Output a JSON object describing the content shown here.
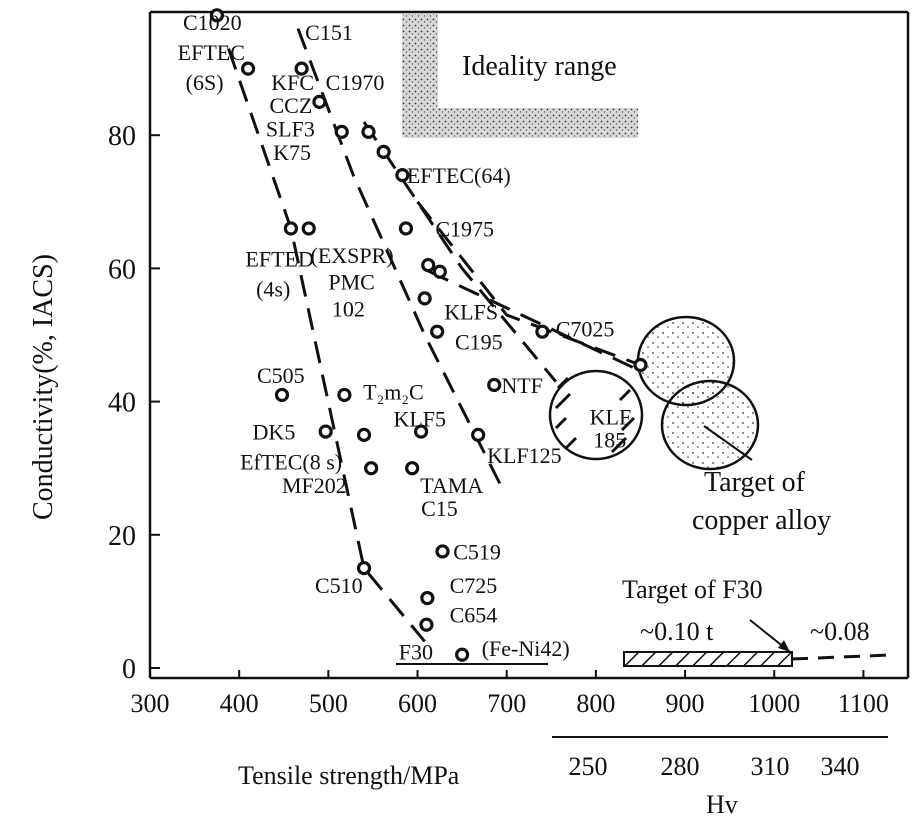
{
  "chart_data": {
    "type": "scatter",
    "title": "",
    "xlabel": "Tensile strength/MPa",
    "ylabel": "Conductivity(%, IACS)",
    "x2label": "Hv",
    "xlim": [
      300,
      1150
    ],
    "ylim": [
      0,
      100
    ],
    "x_ticks": [
      300,
      400,
      500,
      600,
      700,
      800,
      900,
      1000,
      1100
    ],
    "y_ticks": [
      0,
      20,
      40,
      60,
      80
    ],
    "hv_ticks": [
      {
        "label": "250",
        "mpa": 800
      },
      {
        "label": "280",
        "mpa": 900
      },
      {
        "label": "310",
        "mpa": 1000
      },
      {
        "label": "340",
        "mpa": 1100
      }
    ],
    "grid": false,
    "points": [
      {
        "label": "C1020",
        "x": 375,
        "y": 98
      },
      {
        "label": "EFTEC (6S)",
        "x": 410,
        "y": 90
      },
      {
        "label": "C151",
        "x": 470,
        "y": 90
      },
      {
        "label": "KFC",
        "x": 490,
        "y": 85
      },
      {
        "label": "SLF3",
        "x": 515,
        "y": 80.5
      },
      {
        "label": "C1970",
        "x": 545,
        "y": 80.5
      },
      {
        "label": "K75",
        "x": 562,
        "y": 77.5
      },
      {
        "label": "EFTEC(64)",
        "x": 583,
        "y": 74
      },
      {
        "label": "EFTED (4s)",
        "x": 458,
        "y": 66
      },
      {
        "label": "PMC 102",
        "x": 478,
        "y": 66
      },
      {
        "label": "C1975",
        "x": 587,
        "y": 66
      },
      {
        "label": "EXSPR",
        "x": 612,
        "y": 60.5
      },
      {
        "label": "EXSPR",
        "x": 625,
        "y": 59.5
      },
      {
        "label": "KLFS",
        "x": 608,
        "y": 55.5
      },
      {
        "label": "C195",
        "x": 622,
        "y": 50.5
      },
      {
        "label": "C7025",
        "x": 740,
        "y": 50.5
      },
      {
        "label": "C7025",
        "x": 850,
        "y": 45.5
      },
      {
        "label": "NTF",
        "x": 686,
        "y": 42.5
      },
      {
        "label": "C505",
        "x": 448,
        "y": 41
      },
      {
        "label": "T2m2C",
        "x": 518,
        "y": 41
      },
      {
        "label": "DK5",
        "x": 497,
        "y": 35.5
      },
      {
        "label": "EfTEC(8 s)",
        "x": 540,
        "y": 35
      },
      {
        "label": "KLF5",
        "x": 604,
        "y": 35.5
      },
      {
        "label": "KLF125",
        "x": 668,
        "y": 35
      },
      {
        "label": "MF202",
        "x": 548,
        "y": 30
      },
      {
        "label": "TAMA C15",
        "x": 594,
        "y": 30
      },
      {
        "label": "C519",
        "x": 628,
        "y": 17.5
      },
      {
        "label": "C510",
        "x": 540,
        "y": 15
      },
      {
        "label": "C725",
        "x": 611,
        "y": 10.5
      },
      {
        "label": "C654",
        "x": 610,
        "y": 6.5
      },
      {
        "label": "(Fe-Ni42)",
        "x": 650,
        "y": 2
      }
    ],
    "trend_lines": [
      [
        [
          388,
          93
        ],
        [
          458,
          66
        ],
        [
          540,
          15
        ],
        [
          608,
          4
        ]
      ],
      [
        [
          466,
          96
        ],
        [
          528,
          74
        ],
        [
          608,
          50
        ],
        [
          695,
          27
        ]
      ],
      [
        [
          540,
          82
        ],
        [
          650,
          60
        ],
        [
          755,
          43
        ]
      ],
      [
        [
          600,
          70
        ],
        [
          700,
          53
        ],
        [
          850,
          45.5
        ]
      ]
    ],
    "annotations": [
      {
        "id": "c1020",
        "text": "C1020",
        "x": 337,
        "y": 97
      },
      {
        "id": "eftec6s",
        "text": "EFTEC",
        "x": 331,
        "y": 92.5
      },
      {
        "id": "eftec6s2",
        "text": "(6S)",
        "x": 340,
        "y": 88
      },
      {
        "id": "c151",
        "text": "C151",
        "x": 474,
        "y": 95.5
      },
      {
        "id": "kfc",
        "text": "KFC",
        "x": 436,
        "y": 88
      },
      {
        "id": "c1970",
        "text": "C1970",
        "x": 497,
        "y": 88
      },
      {
        "id": "ccz",
        "text": "CCZ",
        "x": 434,
        "y": 84.5
      },
      {
        "id": "slf3",
        "text": "SLF3",
        "x": 430,
        "y": 81
      },
      {
        "id": "k75",
        "text": "K75",
        "x": 438,
        "y": 77.5
      },
      {
        "id": "eftec64",
        "text": "EFTEC(64)",
        "x": 588,
        "y": 74
      },
      {
        "id": "c1975",
        "text": "C1975",
        "x": 620,
        "y": 66
      },
      {
        "id": "efted",
        "text": "EFTED",
        "x": 407,
        "y": 61.5
      },
      {
        "id": "exspr",
        "text": "(EXSPR)",
        "x": 480,
        "y": 62
      },
      {
        "id": "efted4s",
        "text": "(4s)",
        "x": 419,
        "y": 57
      },
      {
        "id": "pmc",
        "text": "PMC",
        "x": 500,
        "y": 58
      },
      {
        "id": "kl fs",
        "text": "KLFS",
        "x": 630,
        "y": 53.5
      },
      {
        "id": "c7025",
        "text": "C7025",
        "x": 755,
        "y": 51
      },
      {
        "id": "pmc102",
        "text": "102",
        "x": 504,
        "y": 54
      },
      {
        "id": "c195",
        "text": "C195",
        "x": 642,
        "y": 49
      },
      {
        "id": "c505",
        "text": "C505",
        "x": 420,
        "y": 44
      },
      {
        "id": "ntf",
        "text": "NTF",
        "x": 694,
        "y": 42.5
      },
      {
        "id": "t2m2c",
        "text": "T₂m₂C",
        "x": 539,
        "y": 41.5
      },
      {
        "id": "klf5",
        "text": "KLF5",
        "x": 573,
        "y": 37.5
      },
      {
        "id": "dk5",
        "text": "DK5",
        "x": 415,
        "y": 35.5
      },
      {
        "id": "klf125",
        "text": "KLF125",
        "x": 678,
        "y": 32
      },
      {
        "id": "eftec8s",
        "text": "EfTEC(8 s)",
        "x": 401,
        "y": 31
      },
      {
        "id": "tama",
        "text": "TAMA",
        "x": 603,
        "y": 27.5
      },
      {
        "id": "mf202",
        "text": "MF202",
        "x": 448,
        "y": 27.5
      },
      {
        "id": "c15",
        "text": "C15",
        "x": 604,
        "y": 24
      },
      {
        "id": "c519",
        "text": "C519",
        "x": 640,
        "y": 17.5
      },
      {
        "id": "c725",
        "text": "C725",
        "x": 636,
        "y": 12.5
      },
      {
        "id": "c510",
        "text": "C510",
        "x": 485,
        "y": 12.5
      },
      {
        "id": "c654",
        "text": "C654",
        "x": 636,
        "y": 8
      },
      {
        "id": "f30",
        "text": "F30",
        "x": 579,
        "y": 2.5
      },
      {
        "id": "feni",
        "text": "(Fe-Ni42)",
        "x": 672,
        "y": 3
      },
      {
        "id": "klf185a",
        "text": "KLF",
        "x": 793,
        "y": 37.8
      },
      {
        "id": "klf185b",
        "text": "185",
        "x": 797,
        "y": 34.3
      }
    ],
    "labels": {
      "ideality": "Ideality range",
      "target_copper_1": "Target of",
      "target_copper_2": "copper alloy",
      "target_f30": "Target of F30",
      "f30_thick_1": "~0.10 t",
      "f30_thick_2": "~0.08"
    }
  }
}
